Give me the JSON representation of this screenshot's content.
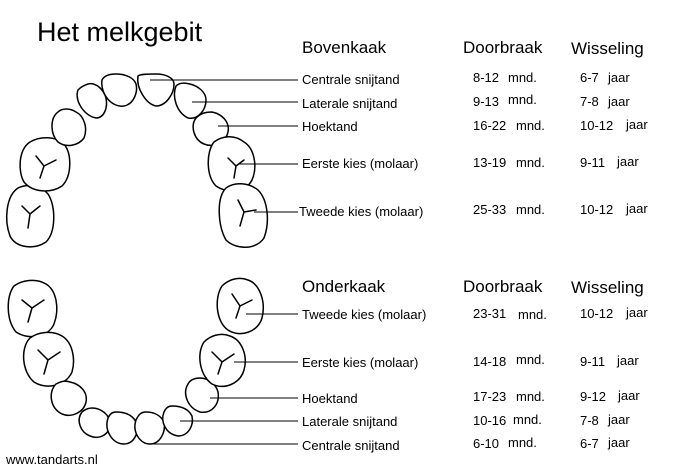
{
  "title": "Het melkgebit",
  "source": "www.tandarts.nl",
  "upper": {
    "heading": "Bovenkaak",
    "col_eruption": "Doorbraak",
    "col_shedding": "Wisseling",
    "rows": [
      {
        "tooth": "Centrale snijtand",
        "eruption": "8-12",
        "eruption_unit": "mnd.",
        "shedding": "6-7",
        "shedding_unit": "jaar"
      },
      {
        "tooth": "Laterale snijtand",
        "eruption": "9-13",
        "eruption_unit": "mnd.",
        "shedding": "7-8",
        "shedding_unit": "jaar"
      },
      {
        "tooth": "Hoektand",
        "eruption": "16-22",
        "eruption_unit": "mnd.",
        "shedding": "10-12",
        "shedding_unit": "jaar"
      },
      {
        "tooth": "Eerste kies (molaar)",
        "eruption": "13-19",
        "eruption_unit": "mnd.",
        "shedding": "9-11",
        "shedding_unit": "jaar"
      },
      {
        "tooth": "Tweede kies (molaar)",
        "eruption": "25-33",
        "eruption_unit": "mnd.",
        "shedding": "10-12",
        "shedding_unit": "jaar"
      }
    ]
  },
  "lower": {
    "heading": "Onderkaak",
    "col_eruption": "Doorbraak",
    "col_shedding": "Wisseling",
    "rows": [
      {
        "tooth": "Tweede kies (molaar)",
        "eruption": "23-31",
        "eruption_unit": "mnd.",
        "shedding": "10-12",
        "shedding_unit": "jaar"
      },
      {
        "tooth": "Eerste kies (molaar)",
        "eruption": "14-18",
        "eruption_unit": "mnd.",
        "shedding": "9-11",
        "shedding_unit": "jaar"
      },
      {
        "tooth": "Hoektand",
        "eruption": "17-23",
        "eruption_unit": "mnd.",
        "shedding": "9-12",
        "shedding_unit": "jaar"
      },
      {
        "tooth": "Laterale snijtand",
        "eruption": "10-16",
        "eruption_unit": "mnd.",
        "shedding": "7-8",
        "shedding_unit": "jaar"
      },
      {
        "tooth": "Centrale snijtand",
        "eruption": "6-10",
        "eruption_unit": "mnd.",
        "shedding": "6-7",
        "shedding_unit": "jaar"
      }
    ]
  }
}
